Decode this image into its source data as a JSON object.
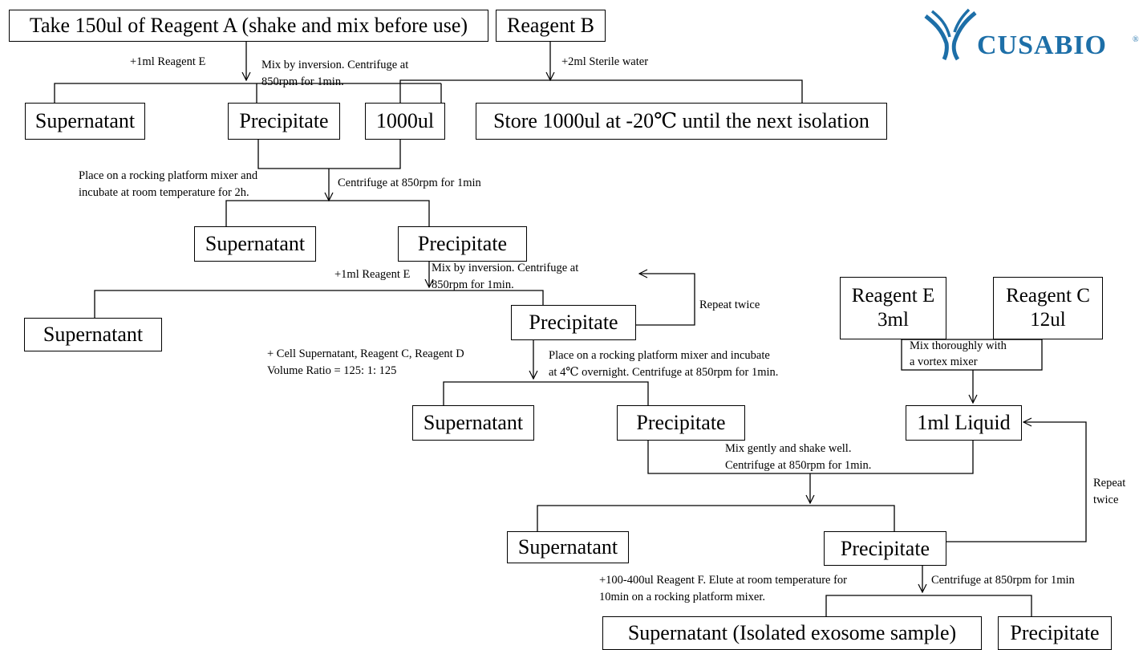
{
  "logo": {
    "text": "CUSABIO",
    "reg": "®",
    "color": "#1d6fa8"
  },
  "boxes": {
    "reagent_a": "Take 150ul of Reagent A (shake and mix before use)",
    "reagent_b": "Reagent B",
    "sup1": "Supernatant",
    "prec1": "Precipitate",
    "b1000": "1000ul",
    "store": "Store 1000ul at -20℃ until the next isolation",
    "sup2": "Supernatant",
    "prec2": "Precipitate",
    "sup3": "Supernatant",
    "prec3": "Precipitate",
    "reagent_e_line1": "Reagent E",
    "reagent_e_line2": "3ml",
    "reagent_c_line1": "Reagent C",
    "reagent_c_line2": "12ul",
    "sup4": "Supernatant",
    "prec4": "Precipitate",
    "liquid": "1ml Liquid",
    "sup5": "Supernatant",
    "prec5": "Precipitate",
    "sup6": "Supernatant (Isolated exosome sample)",
    "prec6": "Precipitate"
  },
  "notes": {
    "n_add_e_1": "+1ml Reagent E",
    "n_mix_1a": "Mix by inversion. Centrifuge at",
    "n_mix_1b": "850rpm for 1min.",
    "n_water": "+2ml Sterile water",
    "n_rock_a": "Place on a rocking platform mixer and",
    "n_rock_b": "incubate at room temperature for 2h.",
    "n_cent_1": "Centrifuge at 850rpm for 1min",
    "n_add_e_2": "+1ml Reagent E",
    "n_mix_2a": "Mix by inversion. Centrifuge at",
    "n_mix_2b": "850rpm for 1min.",
    "n_repeat_1": "Repeat twice",
    "n_cell_a": "+ Cell Supernatant, Reagent C, Reagent D",
    "n_cell_b": "Volume Ratio = 125: 1: 125",
    "n_rock2_a": "Place on a rocking platform mixer and incubate",
    "n_rock2_b": "at 4℃ overnight. Centrifuge at 850rpm for 1min.",
    "n_vortex_a": "Mix thoroughly with",
    "n_vortex_b": "a vortex mixer",
    "n_gentle_a": "Mix gently and shake well.",
    "n_gentle_b": "Centrifuge at 850rpm for 1min.",
    "n_repeat_2a": "Repeat",
    "n_repeat_2b": "twice",
    "n_elute_a": "+100-400ul Reagent F. Elute at room temperature for",
    "n_elute_b": "10min on a rocking platform mixer.",
    "n_cent_2": "Centrifuge at 850rpm for 1min"
  }
}
